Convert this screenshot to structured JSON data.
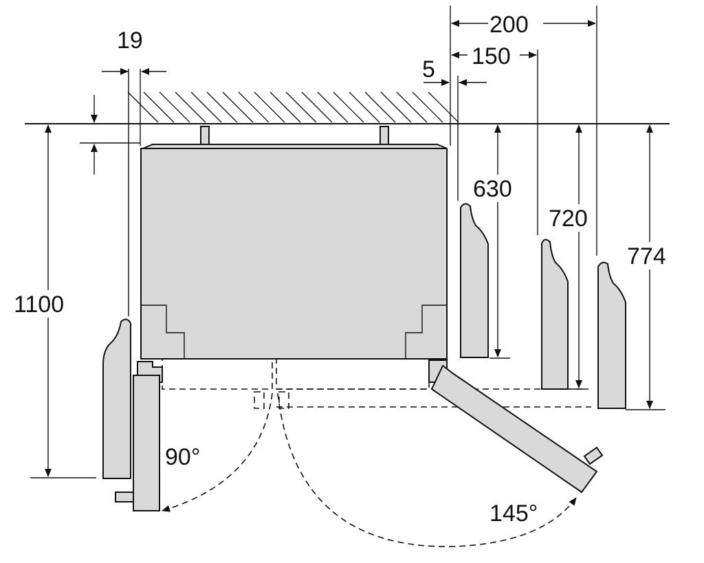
{
  "dimensions": {
    "gap_19": "19",
    "width_200": "200",
    "width_150": "150",
    "gap_5": "5",
    "depth_630": "630",
    "depth_720": "720",
    "depth_774": "774",
    "depth_1100": "1100"
  },
  "angles": {
    "left_door": "90°",
    "right_door": "145°"
  },
  "colors": {
    "line": "#111111",
    "fill": "#d9d9d9",
    "background": "#ffffff"
  }
}
